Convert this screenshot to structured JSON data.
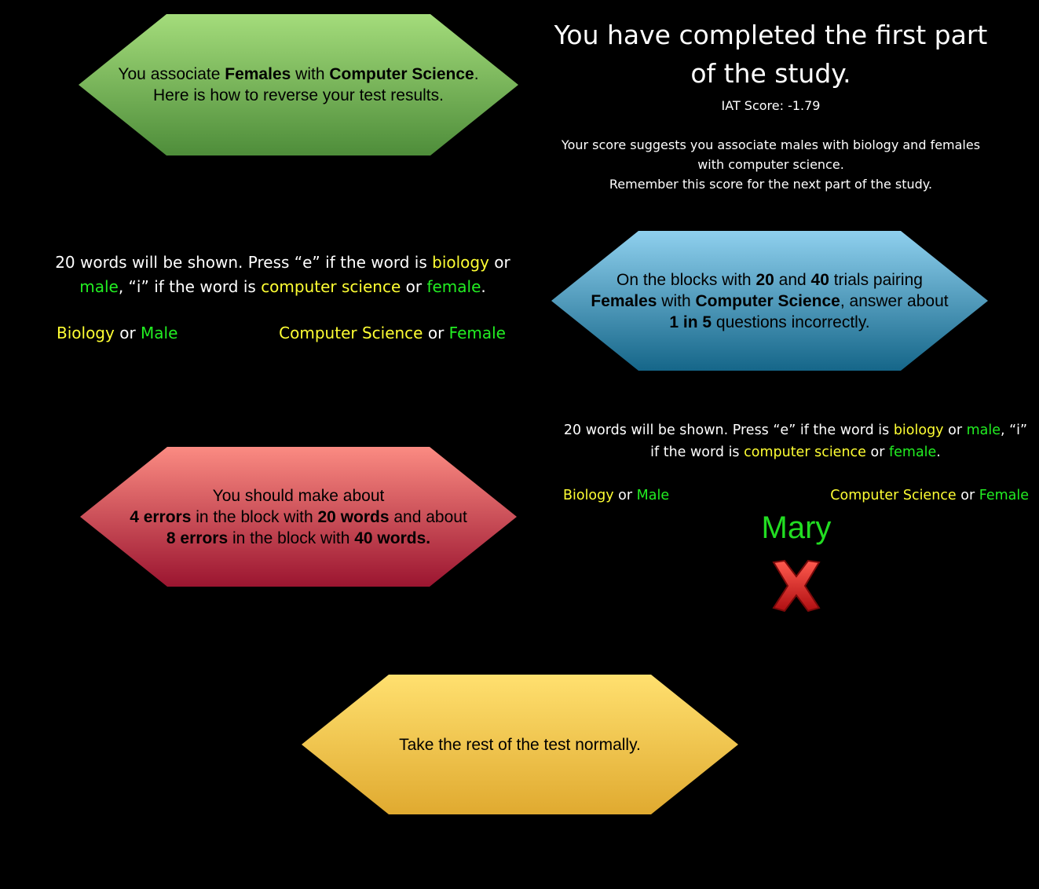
{
  "green_box": {
    "l1": [
      "You associate ",
      "Females",
      " with ",
      "Computer Science",
      "."
    ],
    "l2": "Here is how to reverse your test results."
  },
  "header": {
    "title_l1": "You have completed the first part",
    "title_l2": "of the study.",
    "score": "IAT Score: -1.79",
    "desc_l1": "Your score suggests you associate males with biology and females",
    "desc_l2": "with computer science.",
    "desc_l3": "Remember this score for the next part of the study."
  },
  "left_panel": {
    "l1": [
      "20 words will be shown. Press “e” if the word is ",
      "biology",
      " or"
    ],
    "l2": [
      "male",
      ", “i” if the word is ",
      "computer science",
      " or ",
      "female",
      "."
    ],
    "left_cat": [
      "Biology",
      " or ",
      "Male"
    ],
    "right_cat": [
      "Computer Science",
      " or ",
      "Female"
    ]
  },
  "blue_box": {
    "l1": [
      "On the blocks with ",
      "20",
      " and ",
      "40",
      " trials pairing"
    ],
    "l2": [
      "Females",
      " with ",
      "Computer Science",
      ", answer about"
    ],
    "l3": [
      "1 in 5",
      " questions incorrectly."
    ]
  },
  "right_panel": {
    "l1": [
      "20 words will be shown. Press “e” if the word is ",
      "biology",
      " or ",
      "male",
      ", “i”"
    ],
    "l2": [
      "if the word is ",
      "computer science",
      " or ",
      "female",
      "."
    ],
    "left_cat": [
      "Biology",
      " or ",
      "Male"
    ],
    "right_cat": [
      "Computer Science",
      " or ",
      "Female"
    ],
    "stimulus": "Mary"
  },
  "red_box": {
    "l1": "You should make about",
    "l2": [
      "4 errors",
      " in the block with ",
      "20 words",
      " and about"
    ],
    "l3": [
      "8 errors",
      " in the block with ",
      "40 words."
    ]
  },
  "yellow_box": {
    "text": "Take the rest of the test normally."
  },
  "colors": {
    "category_yellow": "#ffff33",
    "category_green": "#22ee22",
    "green_hex": "#6fb84f",
    "blue_hex": "#3d9dc5",
    "red_hex": "#cc3b48",
    "yellow_hex": "#f0c84a"
  },
  "icons": {
    "feedback": "red-x-icon"
  }
}
